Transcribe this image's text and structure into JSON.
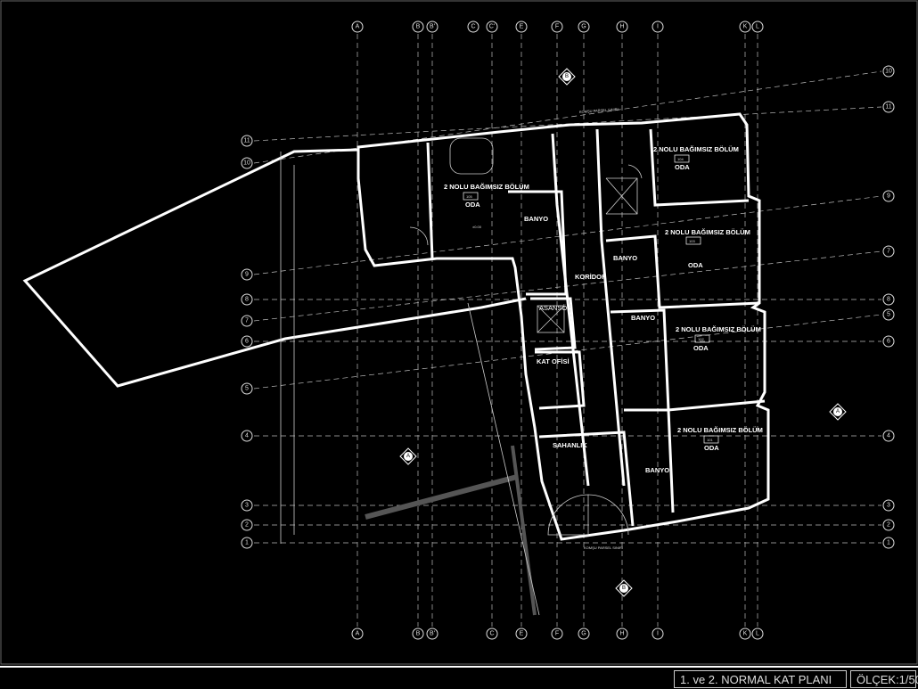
{
  "drawing": {
    "title": "1. ve 2. NORMAL KAT PLANI",
    "scale": "ÖLÇEK:1/50"
  },
  "axes": {
    "top": [
      "A",
      "B",
      "B'",
      "C",
      "C'",
      "E",
      "F",
      "G",
      "H",
      "I",
      "K",
      "L"
    ],
    "bottom": [
      "A",
      "B",
      "B'",
      "C",
      "E",
      "F",
      "G",
      "H",
      "I",
      "K",
      "L"
    ],
    "left": [
      "11",
      "10",
      "9",
      "8",
      "7",
      "6",
      "5",
      "4",
      "3",
      "2",
      "1"
    ],
    "right": [
      "10",
      "11",
      "9",
      "7",
      "8",
      "5",
      "6",
      "4",
      "3",
      "2",
      "1"
    ]
  },
  "section_markers": [
    "B",
    "B",
    "A",
    "A"
  ],
  "rooms": [
    {
      "unit": "2 NOLU BAĞIMSIZ BÖLÜM",
      "number": "105",
      "name": "ODA"
    },
    {
      "unit": "2 NOLU BAĞIMSIZ BÖLÜM",
      "number": "104",
      "name": "ODA"
    },
    {
      "unit": "2 NOLU BAĞIMSIZ BÖLÜM",
      "number": "103",
      "name": "ODA"
    },
    {
      "unit": "2 NOLU BAĞIMSIZ BÖLÜM",
      "number": "102",
      "name": "ODA"
    },
    {
      "unit": "2 NOLU BAĞIMSIZ BÖLÜM",
      "number": "101",
      "name": "ODA"
    }
  ],
  "spaces": {
    "banyo": "BANYO",
    "koridor": "KORİDOR",
    "asansor": "ASANSÖR",
    "kat_ofisi": "KAT OFİSİ",
    "sahanlik": "SAHANLIK"
  },
  "notes": {
    "komsu_parsel": "KOMŞU PARSEL SINIRI",
    "level": "±0.00"
  }
}
